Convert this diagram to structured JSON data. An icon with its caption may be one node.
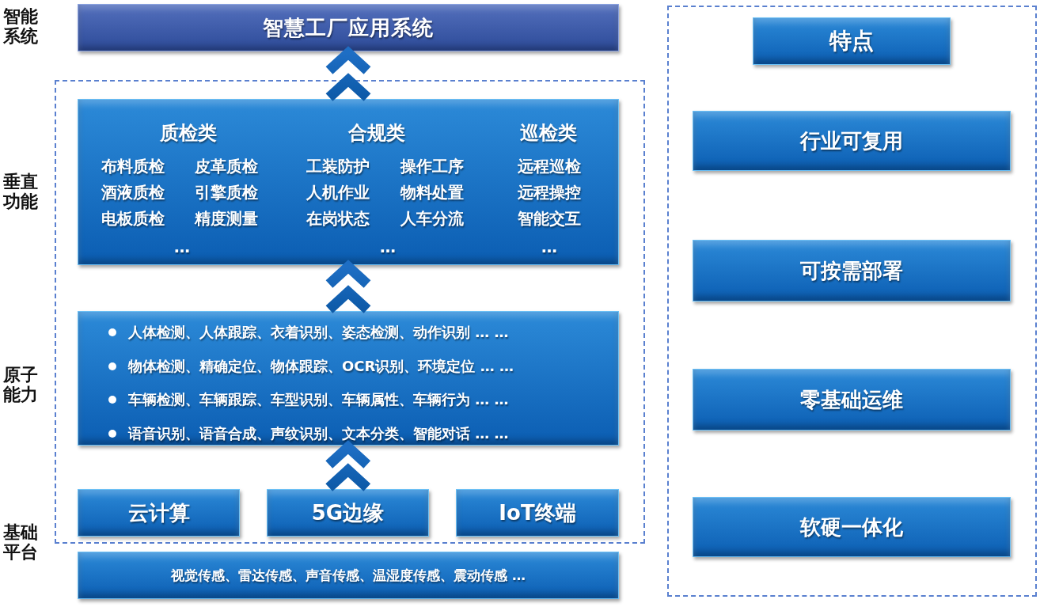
{
  "diagram": {
    "nodes": [
      {
        "text": [
          "智慧工厂应用系统"
        ]
      },
      {
        "text": [],
        "shape": "box"
      },
      {
        "text": [
          "质检类",
          "合规类",
          "巡检类",
          "布料质检",
          "皮革质检",
          "工装防护",
          "操作工序",
          "远程巡检",
          "酒液质检",
          "引擎质检",
          "人机作业",
          "物料处置",
          "远程操控",
          "电板质检",
          "精度测量",
          "在岗状态",
          "人车分流",
          "智能交互",
          "…",
          "…",
          "…"
        ],
        "in": 1
      },
      {
        "text": [
          "人体检测、人体跟踪、衣着识别、姿态检测、动作识别 … …",
          "物体检测、精确定位、物体跟踪、OCR识别、环境定位 … …",
          "车辆检测、车辆跟踪、车型识别、车辆属性、车辆行为 … …",
          "语音识别、语音合成、声纹识别、文本分类、智能对话 … …"
        ],
        "in": 1
      },
      {
        "text": [
          "云计算"
        ],
        "in": 1
      },
      {
        "text": [
          "5G边缘"
        ],
        "in": 1
      },
      {
        "text": [
          "IoT终端"
        ],
        "in": 1
      },
      {
        "text": [
          "视觉传感、雷达传感、声音传感、温湿度传感、震动传感 …"
        ]
      },
      {
        "text": [],
        "shape": "box"
      },
      {
        "text": [
          "特点"
        ],
        "in": 8
      },
      {
        "text": [
          "行业可复用"
        ],
        "in": 8
      },
      {
        "text": [
          "可按需部署"
        ],
        "in": 8
      },
      {
        "text": [
          "零基础运维"
        ],
        "in": 8
      },
      {
        "text": [
          "软硬一体化"
        ],
        "in": 8
      }
    ],
    "edges": [
      {
        "from": 5,
        "to": 3,
        "arrow": "to"
      },
      {
        "from": 3,
        "to": 2,
        "arrow": "to"
      },
      {
        "from": 2,
        "to": 0,
        "arrow": "to"
      }
    ],
    "labels": [
      "智能系统",
      "垂直功能",
      "原子能力",
      "基础平台"
    ]
  }
}
